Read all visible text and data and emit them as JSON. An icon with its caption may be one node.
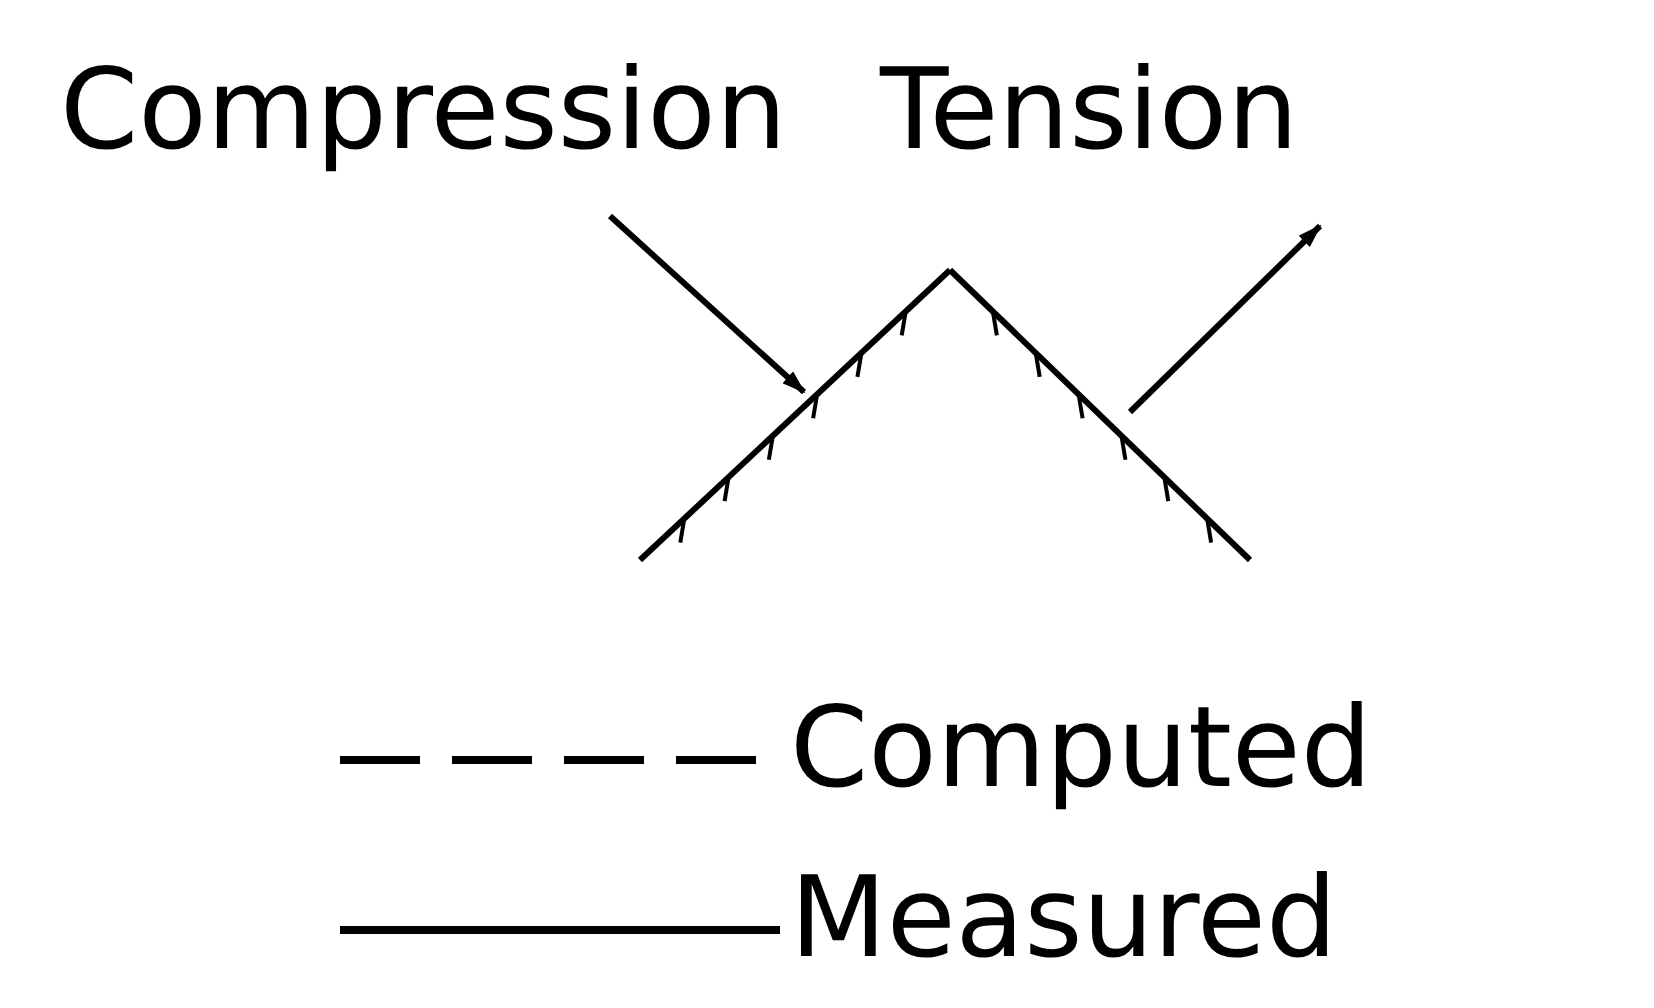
{
  "diagram": {
    "labels": [
      "Compression",
      "Tension"
    ],
    "legend": [
      {
        "text": "Computed"
      },
      {
        "text": "Measured"
      }
    ]
  }
}
